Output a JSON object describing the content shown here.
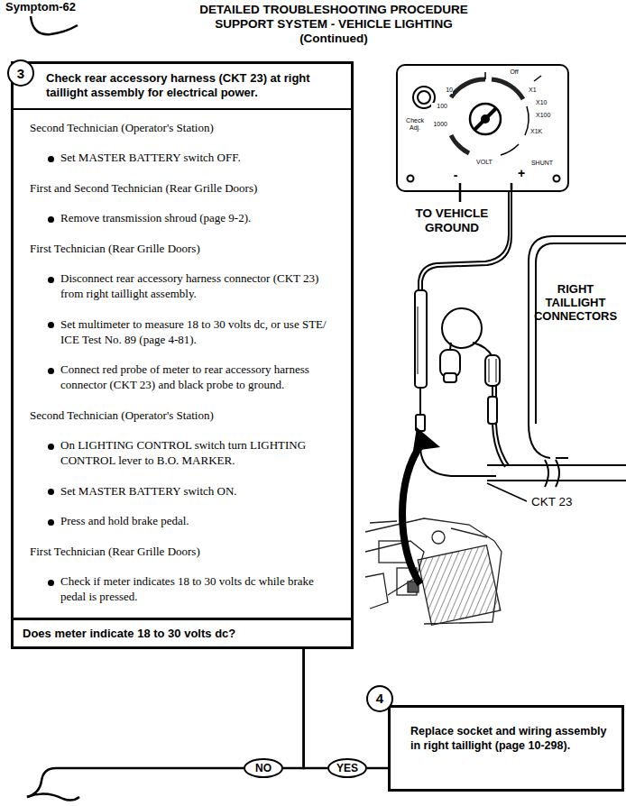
{
  "diagram": {
    "title": "DETAILED TROUBLESHOOTING PROCEDURE SUPPORT SYSTEM - VEHICLE LIGHTING (Continued)",
    "nodes": [
      {
        "text": [
          "Check rear accessory harness (CKT 23) at right taillight assembly for electrical power.",
          "Second Technician (Operator's Station)",
          "Set MASTER BATTERY switch OFF.",
          "First and Second Technician (Rear Grille Doors)",
          "Remove transmission shroud (page 9-2).",
          "First Technician (Rear Grille Doors)",
          "Disconnect rear accessory harness connector (CKT 23) from right taillight assembly.",
          "Set multimeter to measure 18 to 30 volts dc, or use STE/ ICE Test No. 89 (page 4-81).",
          "Connect red probe of meter to rear accessory harness connector (CKT 23) and black probe to ground.",
          "Second Technician (Operator's Station)",
          "On LIGHTING CONTROL switch turn LIGHTING CONTROL lever to B.O. MARKER.",
          "Set MASTER BATTERY switch ON.",
          "Press and hold brake pedal.",
          "First Technician (Rear Grille Doors)",
          "Check if meter indicates 18 to 30 volts dc while brake pedal is pressed."
        ]
      },
      {
        "text": [
          "3"
        ],
        "in": 0
      },
      {
        "text": [
          "Does meter indicate 18 to 30 volts dc?"
        ],
        "in": 0
      },
      {
        "text": [
          "NO"
        ]
      },
      {
        "text": [
          "YES"
        ]
      },
      {
        "text": [
          "Replace socket and wiring assembly in right taillight (page 10-298)."
        ]
      },
      {
        "text": [
          "4"
        ],
        "in": 5
      }
    ],
    "edges": [
      {
        "from": 2,
        "to": 3,
        "arrow": "none"
      },
      {
        "from": 2,
        "to": 4,
        "arrow": "none"
      },
      {
        "from": 4,
        "to": 5,
        "arrow": "none"
      }
    ],
    "labels": [
      "Symptom-62",
      "TO VEHICLE GROUND",
      "RIGHT TAILLIGHT CONNECTORS",
      "CKT 23",
      "-",
      "+",
      "Off",
      "Check Adj.",
      "VOLT",
      "SHUNT",
      "X1",
      "X10",
      "X100",
      "X1K",
      "10",
      "100",
      "1000"
    ]
  }
}
